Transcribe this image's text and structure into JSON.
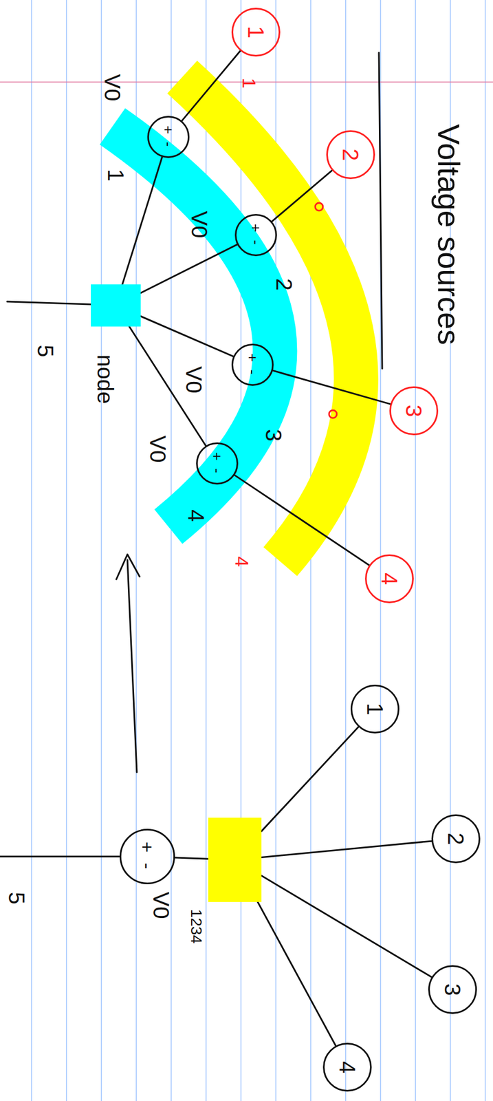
{
  "diagram": {
    "title": "Voltage sources",
    "nodes": [
      {
        "text": [
          "1"
        ]
      },
      {
        "text": [
          "2"
        ]
      },
      {
        "text": [
          "3"
        ]
      },
      {
        "text": [
          "4"
        ]
      },
      {
        "text": [
          "+",
          "-"
        ]
      },
      {
        "text": [
          "+",
          "-"
        ]
      },
      {
        "text": [
          "+",
          "-"
        ]
      },
      {
        "text": [
          "+",
          "-"
        ]
      },
      {
        "text": [
          "node"
        ]
      },
      {
        "text": [
          "+",
          "-"
        ]
      },
      {
        "text": [
          "1"
        ]
      },
      {
        "text": [
          "2"
        ]
      },
      {
        "text": [
          "3"
        ]
      },
      {
        "text": [
          "4"
        ]
      },
      {
        "text": [
          "1234"
        ]
      }
    ],
    "edges": [
      {
        "from": 4,
        "to": 8,
        "arrow": "none"
      },
      {
        "from": 5,
        "to": 8,
        "arrow": "none"
      },
      {
        "from": 6,
        "to": 8,
        "arrow": "none"
      },
      {
        "from": 7,
        "to": 8,
        "arrow": "none"
      },
      {
        "from": 4,
        "to": 0,
        "arrow": "none"
      },
      {
        "from": 5,
        "to": 1,
        "arrow": "none"
      },
      {
        "from": 6,
        "to": 2,
        "arrow": "none"
      },
      {
        "from": 7,
        "to": 3,
        "arrow": "none"
      },
      {
        "from": 9,
        "to": 14,
        "arrow": "none"
      },
      {
        "from": 14,
        "to": 10,
        "arrow": "none"
      },
      {
        "from": 14,
        "to": 11,
        "arrow": "none"
      },
      {
        "from": 14,
        "to": 12,
        "arrow": "none"
      },
      {
        "from": 14,
        "to": 13,
        "arrow": "none"
      }
    ],
    "labels": [
      "V0",
      "1",
      "V0",
      "2",
      "V0",
      "3",
      "V0",
      "4",
      "5",
      "1",
      "4",
      "V0",
      "5"
    ]
  }
}
